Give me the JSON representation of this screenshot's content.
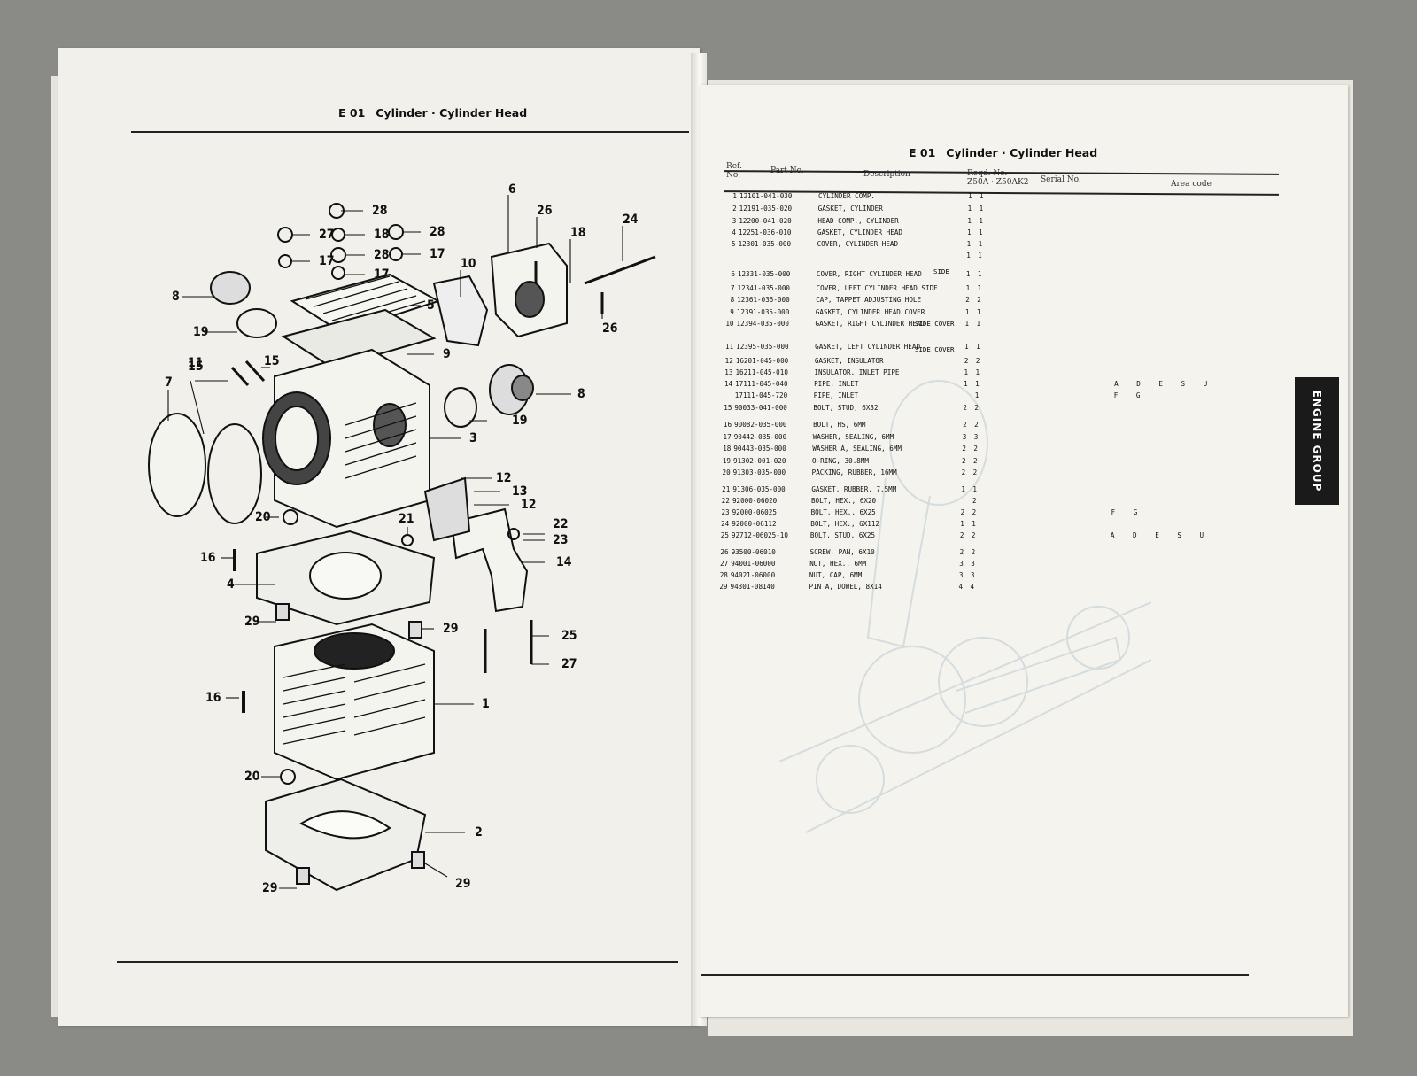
{
  "left_page": {
    "header_code": "E 01",
    "header_title": "Cylinder · Cylinder Head"
  },
  "right_page": {
    "header_code": "E 01",
    "header_title": "Cylinder · Cylinder Head",
    "columns": {
      "ref_no": "Ref. No.",
      "part_no": "Part No.",
      "description": "Description",
      "reqd_no": "Reqd. No.",
      "models": "Z50A · Z50AK2",
      "serial_no": "Serial No.",
      "area_code": "Area code"
    },
    "side_tab": "ENGINE GROUP",
    "rows": [
      {
        "ref": "1",
        "part": "12101-041-030",
        "desc": "CYLINDER COMP.",
        "q1": "1",
        "q2": "1",
        "area": ""
      },
      {
        "ref": "2",
        "part": "12191-035-020",
        "desc": "GASKET, CYLINDER",
        "q1": "1",
        "q2": "1",
        "area": ""
      },
      {
        "ref": "3",
        "part": "12200-041-020",
        "desc": "HEAD COMP., CYLINDER",
        "q1": "1",
        "q2": "1",
        "area": ""
      },
      {
        "ref": "4",
        "part": "12251-036-010",
        "desc": "GASKET, CYLINDER HEAD",
        "q1": "1",
        "q2": "1",
        "area": ""
      },
      {
        "ref": "5",
        "part": "12301-035-000",
        "desc": "COVER, CYLINDER HEAD",
        "q1": "1",
        "q2": "1",
        "area": ""
      },
      {
        "ref": "",
        "part": "",
        "desc": "",
        "q1": "1",
        "q2": "1",
        "area": ""
      },
      {
        "ref": "6",
        "part": "12331-035-000",
        "desc": "COVER, RIGHT CYLINDER HEAD",
        "q1": "1",
        "q2": "1",
        "area": ""
      },
      {
        "ref": "7",
        "part": "12341-035-000",
        "desc": "COVER, LEFT CYLINDER HEAD SIDE",
        "q1": "1",
        "q2": "1",
        "area": ""
      },
      {
        "ref": "8",
        "part": "12361-035-000",
        "desc": "CAP, TAPPET ADJUSTING HOLE",
        "q1": "2",
        "q2": "2",
        "area": ""
      },
      {
        "ref": "9",
        "part": "12391-035-000",
        "desc": "GASKET, CYLINDER HEAD COVER",
        "q1": "1",
        "q2": "1",
        "area": ""
      },
      {
        "ref": "10",
        "part": "12394-035-000",
        "desc": "GASKET, RIGHT CYLINDER HEAD",
        "q1": "1",
        "q2": "1",
        "area": ""
      },
      {
        "ref": "11",
        "part": "12395-035-000",
        "desc": "GASKET, LEFT CYLINDER HEAD",
        "q1": "1",
        "q2": "1",
        "area": ""
      },
      {
        "ref": "12",
        "part": "16201-045-000",
        "desc": "GASKET, INSULATOR",
        "q1": "2",
        "q2": "2",
        "area": ""
      },
      {
        "ref": "13",
        "part": "16211-045-010",
        "desc": "INSULATOR, INLET PIPE",
        "q1": "1",
        "q2": "1",
        "area": ""
      },
      {
        "ref": "14",
        "part": "17111-045-040",
        "desc": "PIPE, INLET",
        "q1": "1",
        "q2": "1",
        "area": "A D E S U"
      },
      {
        "ref": "",
        "part": "17111-045-720",
        "desc": "PIPE, INLET",
        "q1": "",
        "q2": "1",
        "area": "F G"
      },
      {
        "ref": "15",
        "part": "90033-041-000",
        "desc": "BOLT, STUD, 6X32",
        "q1": "2",
        "q2": "2",
        "area": ""
      },
      {
        "ref": "16",
        "part": "90082-035-000",
        "desc": "BOLT, HS, 6MM",
        "q1": "2",
        "q2": "2",
        "area": ""
      },
      {
        "ref": "17",
        "part": "90442-035-000",
        "desc": "WASHER, SEALING, 6MM",
        "q1": "3",
        "q2": "3",
        "area": ""
      },
      {
        "ref": "18",
        "part": "90443-035-000",
        "desc": "WASHER A, SEALING, 6MM",
        "q1": "2",
        "q2": "2",
        "area": ""
      },
      {
        "ref": "19",
        "part": "91302-001-020",
        "desc": "O-RING, 30.8MM",
        "q1": "2",
        "q2": "2",
        "area": ""
      },
      {
        "ref": "20",
        "part": "91303-035-000",
        "desc": "PACKING, RUBBER, 16MM",
        "q1": "2",
        "q2": "2",
        "area": ""
      },
      {
        "ref": "21",
        "part": "91306-035-000",
        "desc": "GASKET, RUBBER, 7.5MM",
        "q1": "1",
        "q2": "1",
        "area": ""
      },
      {
        "ref": "22",
        "part": "92000-06020",
        "desc": "BOLT, HEX., 6X20",
        "q1": "",
        "q2": "2",
        "area": ""
      },
      {
        "ref": "23",
        "part": "92000-06025",
        "desc": "BOLT, HEX., 6X25",
        "q1": "2",
        "q2": "2",
        "area": "F G"
      },
      {
        "ref": "24",
        "part": "92000-06112",
        "desc": "BOLT, HEX., 6X112",
        "q1": "1",
        "q2": "1",
        "area": ""
      },
      {
        "ref": "25",
        "part": "92712-06025-10",
        "desc": "BOLT, STUD, 6X25",
        "q1": "2",
        "q2": "2",
        "area": "A D E S U"
      },
      {
        "ref": "26",
        "part": "93500-06010",
        "desc": "SCREW, PAN, 6X10",
        "q1": "2",
        "q2": "2",
        "area": ""
      },
      {
        "ref": "27",
        "part": "94001-06000",
        "desc": "NUT, HEX., 6MM",
        "q1": "3",
        "q2": "3",
        "area": ""
      },
      {
        "ref": "28",
        "part": "94021-06000",
        "desc": "NUT, CAP, 6MM",
        "q1": "3",
        "q2": "3",
        "area": ""
      },
      {
        "ref": "29",
        "part": "94301-08140",
        "desc": "PIN A, DOWEL, 8X14",
        "q1": "4",
        "q2": "4",
        "area": ""
      }
    ],
    "continuations": [
      "SIDE",
      "SIDE COVER",
      "SIDE COVER"
    ]
  },
  "callouts": [
    "28",
    "27",
    "18",
    "28",
    "17",
    "28",
    "17",
    "17",
    "6",
    "26",
    "18",
    "24",
    "10",
    "8",
    "5",
    "19",
    "9",
    "26",
    "11",
    "15",
    "7",
    "15",
    "8",
    "19",
    "3",
    "12",
    "13",
    "12",
    "20",
    "21",
    "22",
    "23",
    "16",
    "14",
    "4",
    "29",
    "29",
    "25",
    "27",
    "16",
    "1",
    "20",
    "2",
    "29",
    "29"
  ]
}
